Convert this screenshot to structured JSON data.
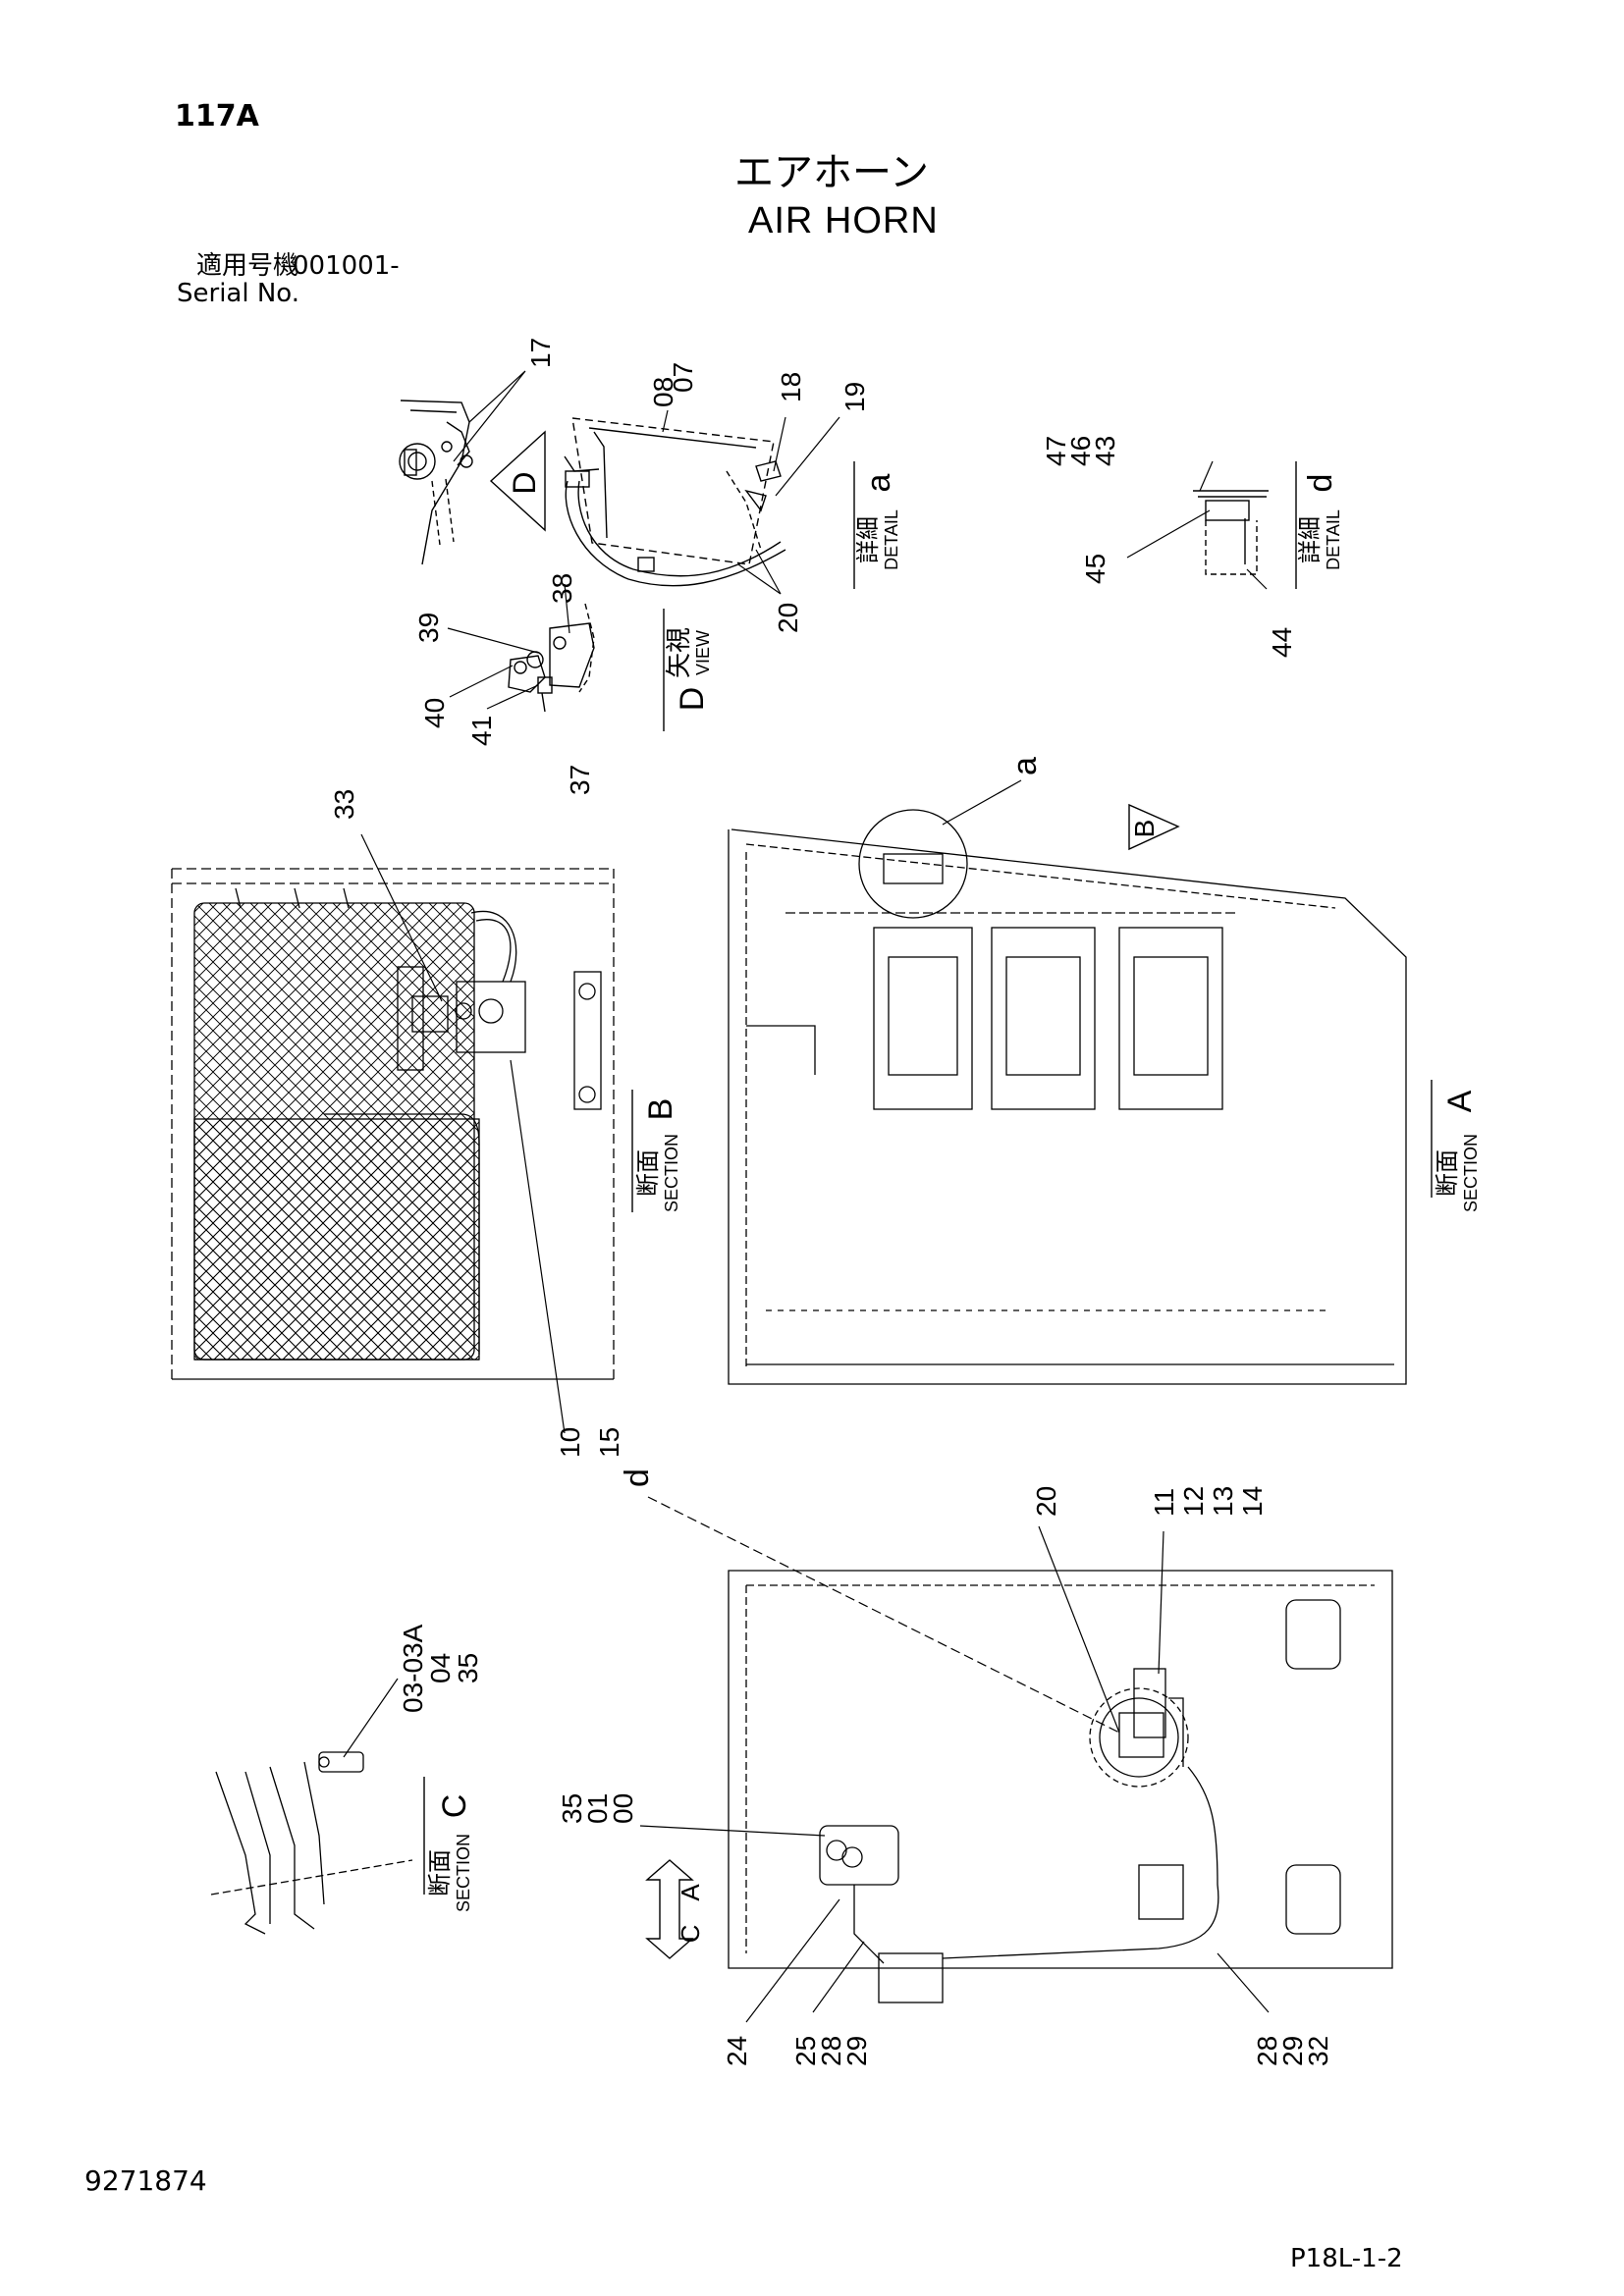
{
  "header": {
    "page_number": "117A",
    "title_jp": "エアホーン",
    "title_en": "AIR HORN",
    "serial_label_jp": "適用号機",
    "serial_number": "001001-",
    "serial_label_en": "Serial No."
  },
  "footer": {
    "doc_number": "9271874",
    "page_code": "P18L-1-2"
  },
  "views": {
    "view_d": {
      "jp": "矢視",
      "en": "VIEW",
      "letter": "D",
      "arrow_letter": "D"
    },
    "detail_a": {
      "jp": "詳細",
      "en": "DETAIL",
      "letter": "a"
    },
    "detail_d": {
      "jp": "詳細",
      "en": "DETAIL",
      "letter": "d"
    },
    "section_b": {
      "jp": "断面",
      "en": "SECTION",
      "letter": "B"
    },
    "section_a": {
      "jp": "断面",
      "en": "SECTION",
      "letter": "A"
    },
    "section_c": {
      "jp": "断面",
      "en": "SECTION",
      "letter": "C"
    },
    "arrow_b": "B",
    "arrow_a": "A",
    "arrow_c": "C",
    "circle_a": "a",
    "circle_d": "d"
  },
  "callouts": {
    "c17": "17",
    "c08": "08",
    "c07": "07",
    "c18": "18",
    "c19": "19",
    "c20a": "20",
    "c47": "47",
    "c46": "46",
    "c43": "43",
    "c45": "45",
    "c44": "44",
    "c38": "38",
    "c39": "39",
    "c40": "40",
    "c41": "41",
    "c37": "37",
    "c33": "33",
    "c10": "10",
    "c15": "15",
    "c20b": "20",
    "c11": "11",
    "c12": "12",
    "c13": "13",
    "c14": "14",
    "c03": "03-03A",
    "c04": "04",
    "c35a": "35",
    "c35b": "35",
    "c01": "01",
    "c00": "00",
    "c24": "24",
    "c25": "25",
    "c28a": "28",
    "c29a": "29",
    "c28b": "28",
    "c29b": "29",
    "c32": "32"
  }
}
